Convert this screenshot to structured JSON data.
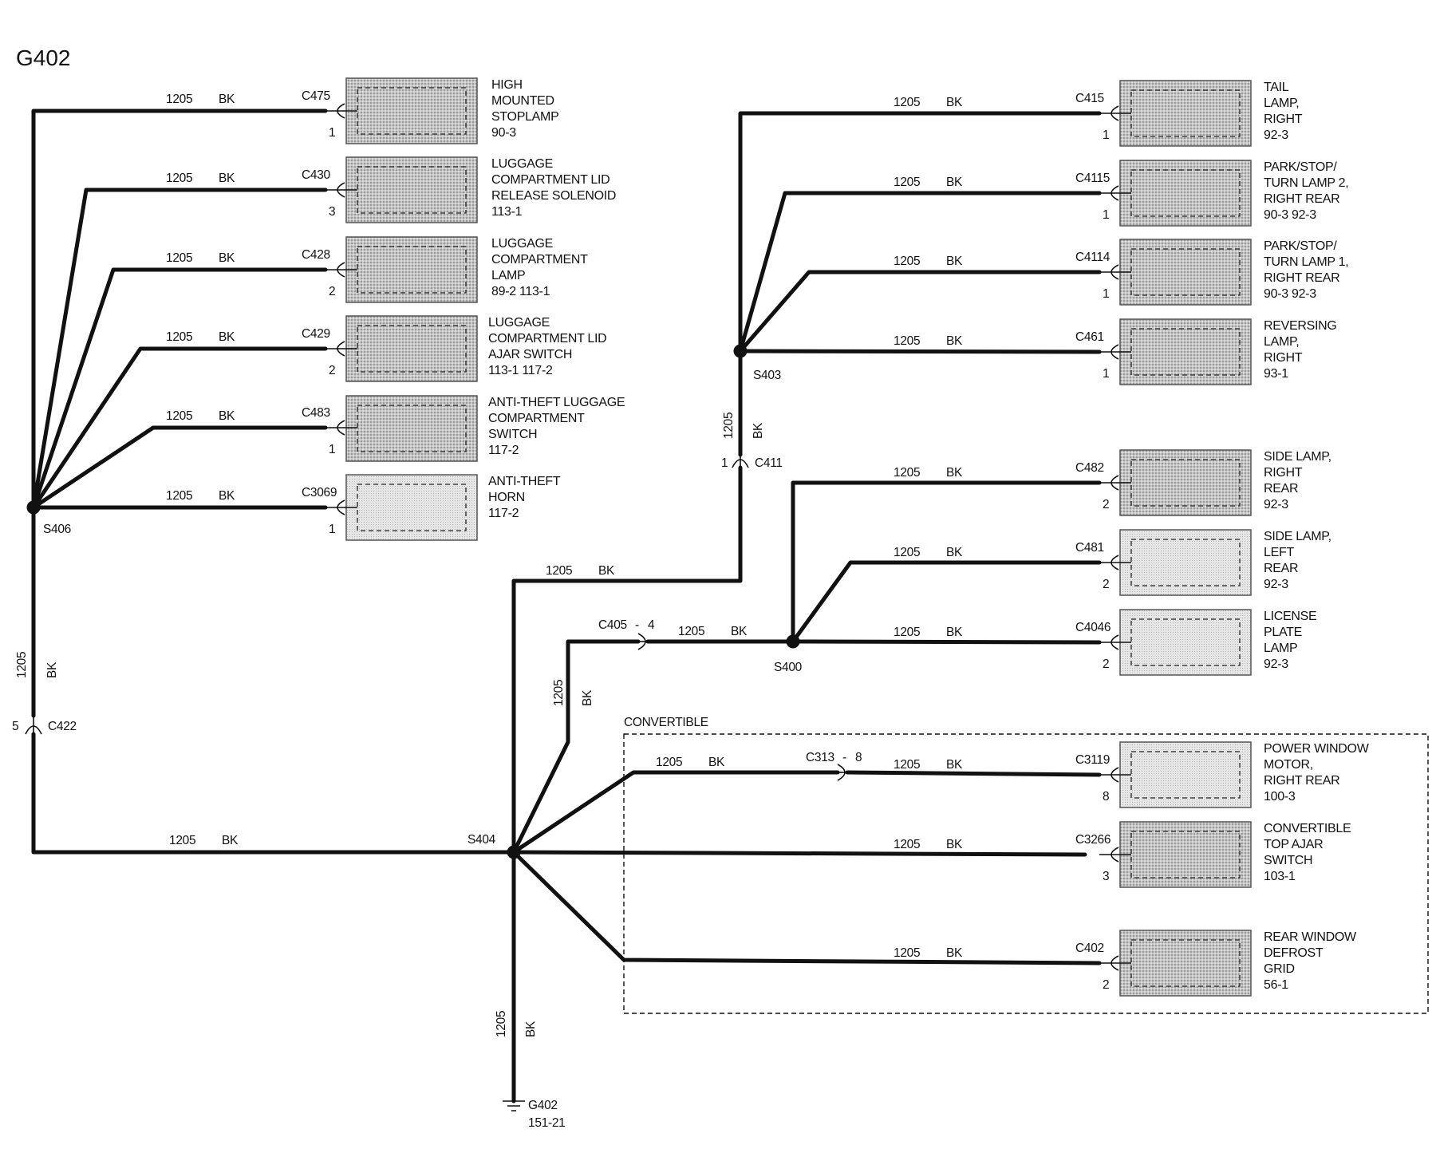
{
  "title": "G402",
  "wire": {
    "circuit": "1205",
    "color": "BK"
  },
  "splices": {
    "S406": "S406",
    "S403": "S403",
    "S400": "S400",
    "S404": "S404"
  },
  "inline": {
    "C422": {
      "label": "C422",
      "pin": "5"
    },
    "C411": {
      "label": "C411",
      "pin": "1"
    },
    "C405": {
      "label": "C405",
      "pin": "4"
    },
    "C313": {
      "label": "C313",
      "pin": "8"
    }
  },
  "ground": {
    "label": "G402",
    "ref": "151-21"
  },
  "convertible_label": "CONVERTIBLE",
  "components": [
    {
      "id": "C475",
      "pin": "1",
      "lines": [
        "HIGH",
        "MOUNTED",
        "STOPLAMP",
        "90-3"
      ]
    },
    {
      "id": "C430",
      "pin": "3",
      "lines": [
        "LUGGAGE",
        "COMPARTMENT LID",
        "RELEASE SOLENOID",
        "113-1"
      ]
    },
    {
      "id": "C428",
      "pin": "2",
      "lines": [
        "LUGGAGE",
        "COMPARTMENT",
        "LAMP",
        "89-2     113-1"
      ]
    },
    {
      "id": "C429",
      "pin": "2",
      "lines": [
        "LUGGAGE",
        "COMPARTMENT LID",
        "AJAR SWITCH",
        "113-1      117-2"
      ]
    },
    {
      "id": "C483",
      "pin": "1",
      "lines": [
        "ANTI-THEFT LUGGAGE",
        "COMPARTMENT",
        "SWITCH",
        "117-2"
      ]
    },
    {
      "id": "C3069",
      "pin": "1",
      "lines": [
        "ANTI-THEFT",
        "HORN",
        "117-2"
      ]
    },
    {
      "id": "C415",
      "pin": "1",
      "lines": [
        "TAIL",
        "LAMP,",
        "RIGHT",
        "92-3"
      ]
    },
    {
      "id": "C4115",
      "pin": "1",
      "lines": [
        "PARK/STOP/",
        "TURN LAMP 2,",
        "RIGHT REAR",
        "90-3    92-3"
      ]
    },
    {
      "id": "C4114",
      "pin": "1",
      "lines": [
        "PARK/STOP/",
        "TURN LAMP 1,",
        "RIGHT REAR",
        "90-3    92-3"
      ]
    },
    {
      "id": "C461",
      "pin": "1",
      "lines": [
        "REVERSING",
        "LAMP,",
        "RIGHT",
        "93-1"
      ]
    },
    {
      "id": "C482",
      "pin": "2",
      "lines": [
        "SIDE LAMP,",
        "RIGHT",
        "REAR",
        "92-3"
      ]
    },
    {
      "id": "C481",
      "pin": "2",
      "lines": [
        "SIDE LAMP,",
        "LEFT",
        "REAR",
        "92-3"
      ]
    },
    {
      "id": "C4046",
      "pin": "2",
      "lines": [
        "LICENSE",
        "PLATE",
        "LAMP",
        "92-3"
      ]
    },
    {
      "id": "C3119",
      "pin": "8",
      "lines": [
        "POWER WINDOW",
        "MOTOR,",
        "RIGHT REAR",
        "100-3"
      ]
    },
    {
      "id": "C3266",
      "pin": "3",
      "lines": [
        "CONVERTIBLE",
        "TOP AJAR",
        "SWITCH",
        "103-1"
      ]
    },
    {
      "id": "C402",
      "pin": "2",
      "lines": [
        "REAR WINDOW",
        "DEFROST",
        "GRID",
        "56-1"
      ]
    }
  ]
}
